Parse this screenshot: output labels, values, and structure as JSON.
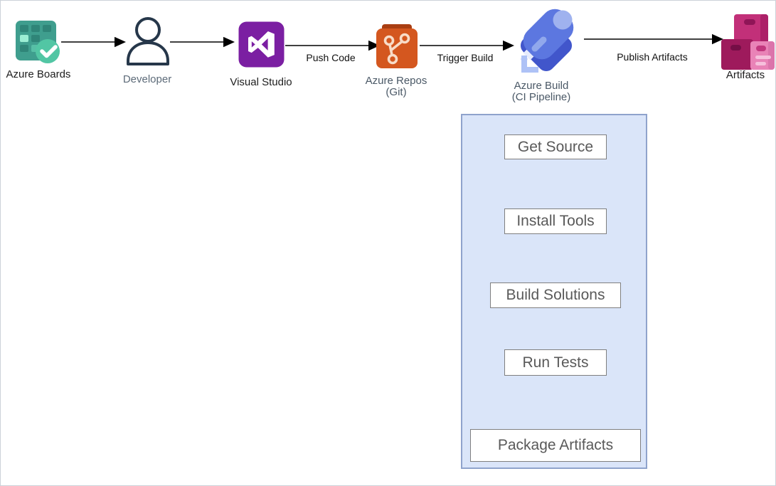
{
  "diagram_type": "azure-devops-ci-pipeline-flow",
  "nodes": {
    "azure_boards": {
      "label": "Azure Boards",
      "icon": "azure-boards-icon"
    },
    "developer": {
      "label": "Developer",
      "icon": "developer-person-icon"
    },
    "visual_studio": {
      "label": "Visual Studio",
      "icon": "visual-studio-icon"
    },
    "azure_repos": {
      "label": "Azure Repos",
      "sublabel": "(Git)",
      "icon": "azure-repos-git-icon"
    },
    "azure_build": {
      "label": "Azure Build",
      "sublabel": "(CI Pipeline)",
      "icon": "azure-pipelines-rocket-icon"
    },
    "artifacts": {
      "label": "Artifacts",
      "icon": "artifacts-packages-icon"
    }
  },
  "edges": [
    {
      "from": "azure_boards",
      "to": "developer",
      "label": ""
    },
    {
      "from": "developer",
      "to": "visual_studio",
      "label": ""
    },
    {
      "from": "visual_studio",
      "to": "azure_repos",
      "label": "Push Code"
    },
    {
      "from": "azure_repos",
      "to": "azure_build",
      "label": "Trigger Build"
    },
    {
      "from": "azure_build",
      "to": "artifacts",
      "label": "Publish Artifacts"
    }
  ],
  "pipeline": {
    "steps": [
      {
        "label": "Get Source"
      },
      {
        "label": "Install Tools"
      },
      {
        "label": "Build Solutions"
      },
      {
        "label": "Run Tests"
      },
      {
        "label": "Package Artifacts"
      }
    ]
  },
  "colors": {
    "boards_teal": "#3F9E8E",
    "boards_check_green": "#52C6A4",
    "developer_outline": "#26374A",
    "visual_studio_purple": "#7B1FA2",
    "repos_orange": "#D4571F",
    "repos_orange_dark": "#A93E12",
    "build_blue": "#5C77E0",
    "build_blue_dark": "#4156CB",
    "build_blue_light": "#AEC2F6",
    "artifacts_pink": "#C23079",
    "artifacts_pink_dark": "#9E1A5C",
    "artifacts_pink_light": "#E983B7",
    "pipeline_container_fill": "#DAE5F9",
    "pipeline_container_border": "#8FA3CC",
    "step_box_text": "#595959",
    "edge_line": "#000000"
  }
}
